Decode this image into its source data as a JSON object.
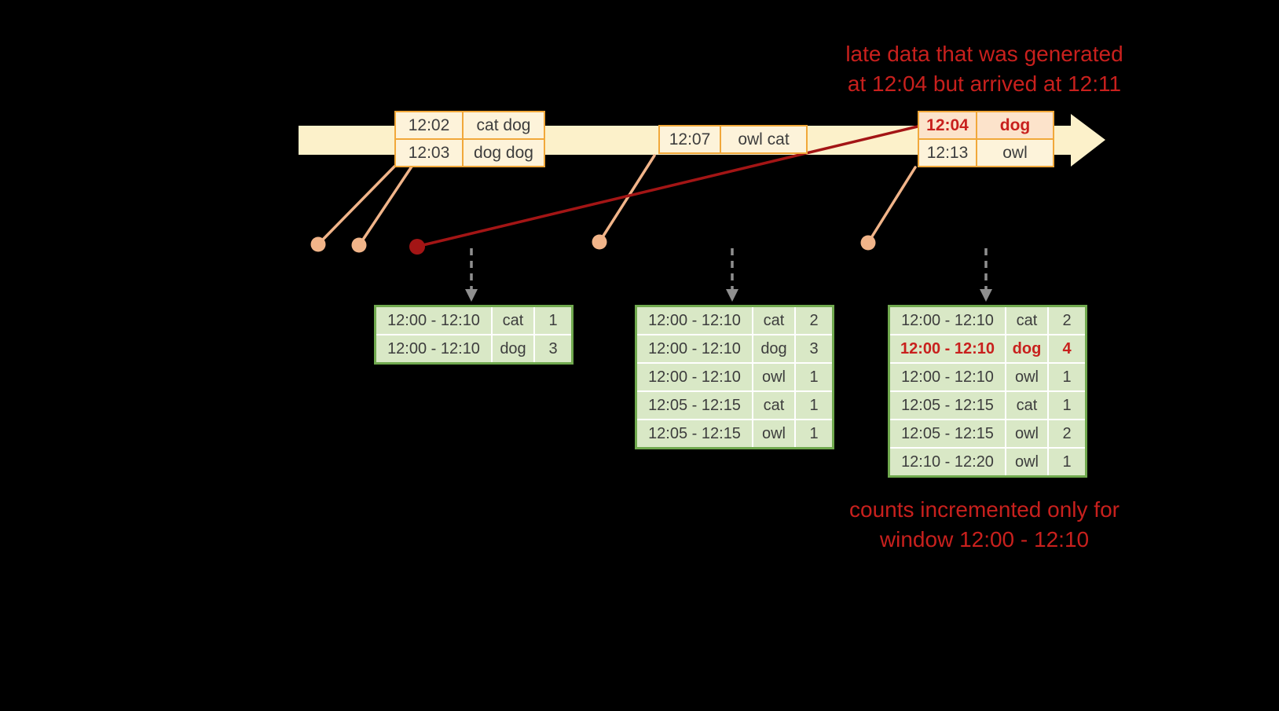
{
  "annotations": {
    "late_data": {
      "line1": "late data that was generated",
      "line2": "at 12:04 but arrived at 12:11"
    },
    "counts": {
      "line1": "counts incremented only for",
      "line2": "window 12:00 - 12:10"
    }
  },
  "timeline": {
    "record_groups": [
      {
        "rows": [
          {
            "time": "12:02",
            "words": "cat dog"
          },
          {
            "time": "12:03",
            "words": "dog dog"
          }
        ]
      },
      {
        "rows": [
          {
            "time": "12:07",
            "words": "owl cat"
          }
        ]
      },
      {
        "rows": [
          {
            "time": "12:04",
            "words": "dog",
            "late": true
          },
          {
            "time": "12:13",
            "words": "owl"
          }
        ]
      }
    ]
  },
  "result_tables": [
    {
      "rows": [
        {
          "window": "12:00 - 12:10",
          "word": "cat",
          "count": "1"
        },
        {
          "window": "12:00 - 12:10",
          "word": "dog",
          "count": "3"
        }
      ]
    },
    {
      "rows": [
        {
          "window": "12:00 - 12:10",
          "word": "cat",
          "count": "2"
        },
        {
          "window": "12:00 - 12:10",
          "word": "dog",
          "count": "3"
        },
        {
          "window": "12:00 - 12:10",
          "word": "owl",
          "count": "1"
        },
        {
          "window": "12:05 - 12:15",
          "word": "cat",
          "count": "1"
        },
        {
          "window": "12:05 - 12:15",
          "word": "owl",
          "count": "1"
        }
      ]
    },
    {
      "rows": [
        {
          "window": "12:00 - 12:10",
          "word": "cat",
          "count": "2"
        },
        {
          "window": "12:00 - 12:10",
          "word": "dog",
          "count": "4",
          "highlight": true
        },
        {
          "window": "12:00 - 12:10",
          "word": "owl",
          "count": "1"
        },
        {
          "window": "12:05 - 12:15",
          "word": "cat",
          "count": "1"
        },
        {
          "window": "12:05 - 12:15",
          "word": "owl",
          "count": "2"
        },
        {
          "window": "12:10 - 12:20",
          "word": "owl",
          "count": "1"
        }
      ]
    }
  ],
  "colors": {
    "background": "#000000",
    "timeline_fill": "#fcf1ca",
    "record_border": "#f1a83a",
    "record_fill": "#fdf3da",
    "late_record_fill": "#fce3cb",
    "table_border": "#70a94e",
    "table_cell_fill": "#d9e8c6",
    "cell_divider": "#ffffff",
    "text_dark": "#3d3d3d",
    "red": "#c8201d",
    "dark_red": "#a31515",
    "connector": "#f1b489",
    "arrow_gray": "#8f8f8f"
  }
}
